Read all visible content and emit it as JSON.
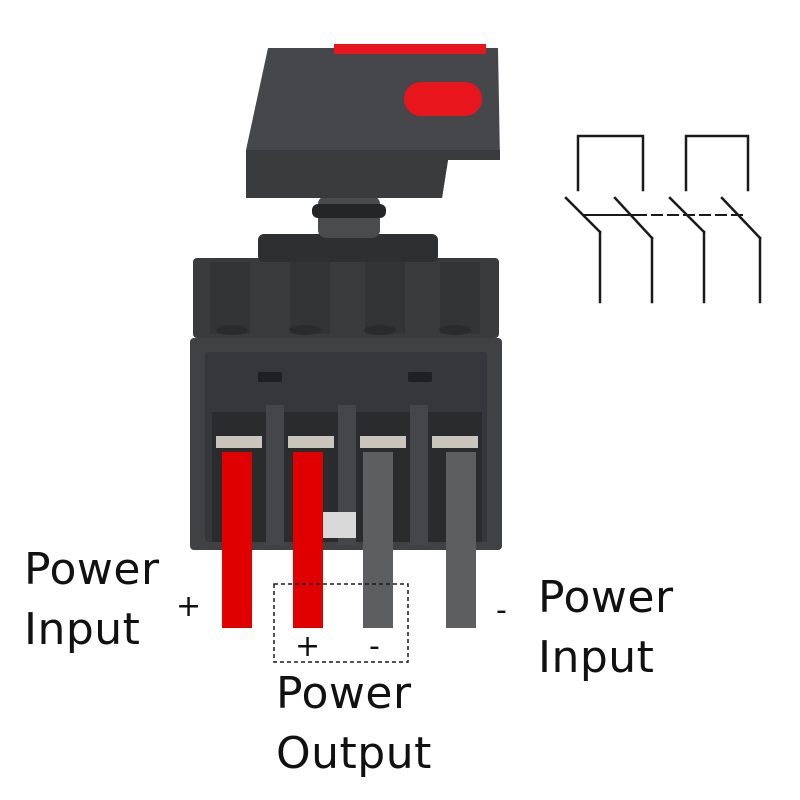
{
  "labels": {
    "power_input_left": [
      "Power",
      "Input"
    ],
    "power_input_right": [
      "Power",
      "Input"
    ],
    "power_output": [
      "Power",
      "Output"
    ],
    "sign_plus_left": "+",
    "sign_minus_right": "-",
    "sign_plus_output": "+",
    "sign_minus_output": "-"
  },
  "colors": {
    "housing": "#3a3b3d",
    "housing_dark": "#262729",
    "red_terminal": "#e00000",
    "gray_terminal": "#5d5e60",
    "indicator_red": "#e8161c",
    "diagram_line": "#1a1a1a"
  },
  "icons": [
    "rotary-switch-body",
    "schematic-double-pole-switch-icon",
    "dashed-output-box"
  ]
}
